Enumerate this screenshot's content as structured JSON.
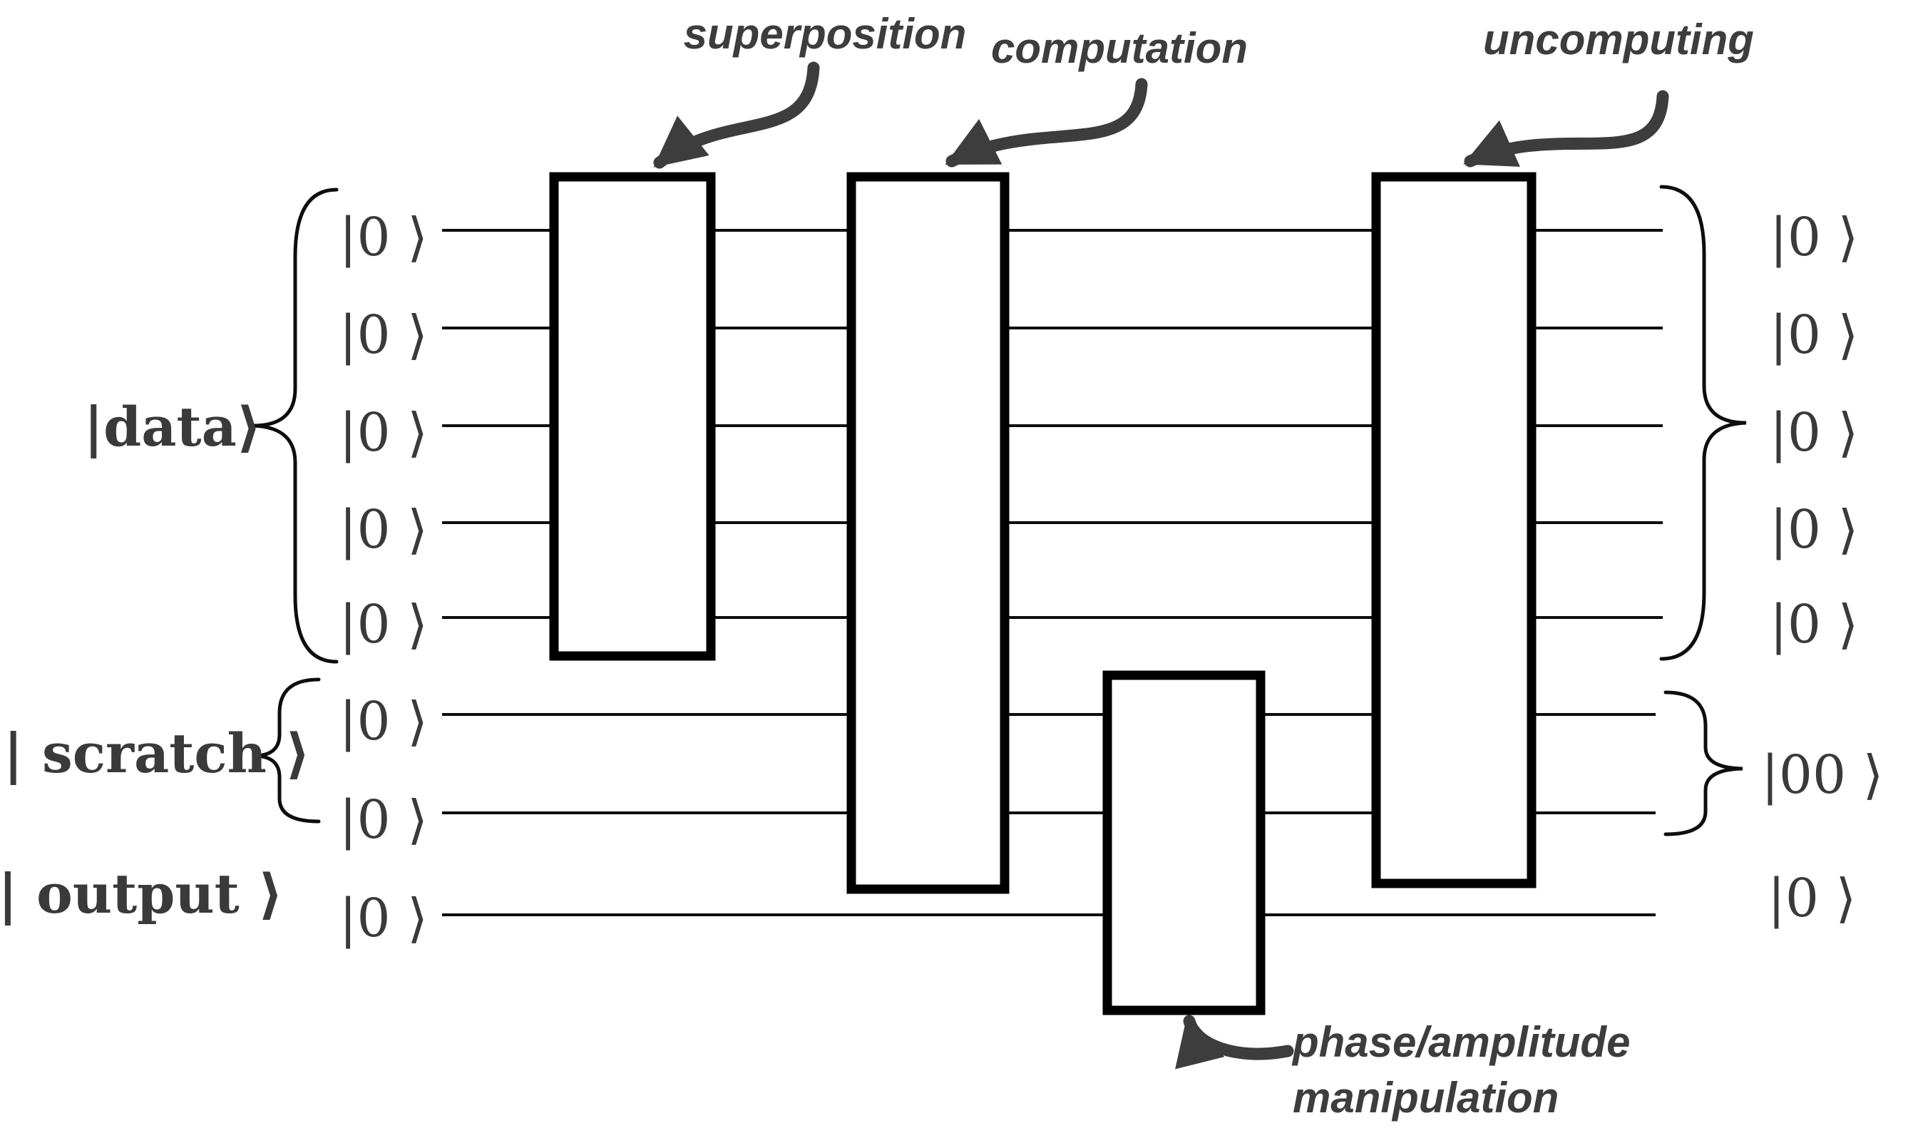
{
  "figure": {
    "type": "quantum-circuit-diagram",
    "background": "#ffffff"
  },
  "colors": {
    "circuit_ink": "#000000",
    "annotation_ink": "#3d3d3d"
  },
  "annotations": {
    "superposition": "superposition",
    "computation": "computation",
    "uncomputing": "uncomputing",
    "phase_amplitude_line1": "phase/amplitude",
    "phase_amplitude_line2": "manipulation"
  },
  "registers": {
    "data": {
      "label": "|data⟩",
      "input_states": [
        "|0 ⟩",
        "|0 ⟩",
        "|0 ⟩",
        "|0 ⟩",
        "|0 ⟩"
      ],
      "final_states": [
        "|0 ⟩",
        "|0 ⟩",
        "|0 ⟩",
        "|0 ⟩",
        "|0 ⟩"
      ]
    },
    "scratch": {
      "label": "| scratch ⟩",
      "input_states": [
        "|0 ⟩",
        "|0 ⟩"
      ],
      "final_state": "|00 ⟩"
    },
    "output": {
      "label": "| output ⟩",
      "input_states": [
        "|0 ⟩"
      ],
      "final_state": "|0 ⟩"
    }
  }
}
